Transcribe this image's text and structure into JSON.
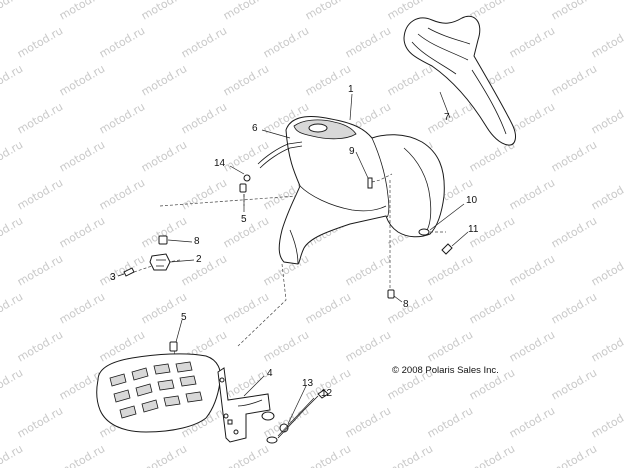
{
  "watermark": {
    "text": "motod.ru"
  },
  "copyright": "© 2008 Polaris Sales Inc.",
  "callouts": [
    {
      "id": "c1",
      "text": "1"
    },
    {
      "id": "c2",
      "text": "2"
    },
    {
      "id": "c3",
      "text": "3"
    },
    {
      "id": "c4",
      "text": "4"
    },
    {
      "id": "c5a",
      "text": "5"
    },
    {
      "id": "c5b",
      "text": "5"
    },
    {
      "id": "c6",
      "text": "6"
    },
    {
      "id": "c7",
      "text": "7"
    },
    {
      "id": "c8a",
      "text": "8"
    },
    {
      "id": "c8b",
      "text": "8"
    },
    {
      "id": "c9",
      "text": "9"
    },
    {
      "id": "c10",
      "text": "10"
    },
    {
      "id": "c11",
      "text": "11"
    },
    {
      "id": "c12",
      "text": "12"
    },
    {
      "id": "c13",
      "text": "13"
    },
    {
      "id": "c14",
      "text": "14"
    }
  ]
}
